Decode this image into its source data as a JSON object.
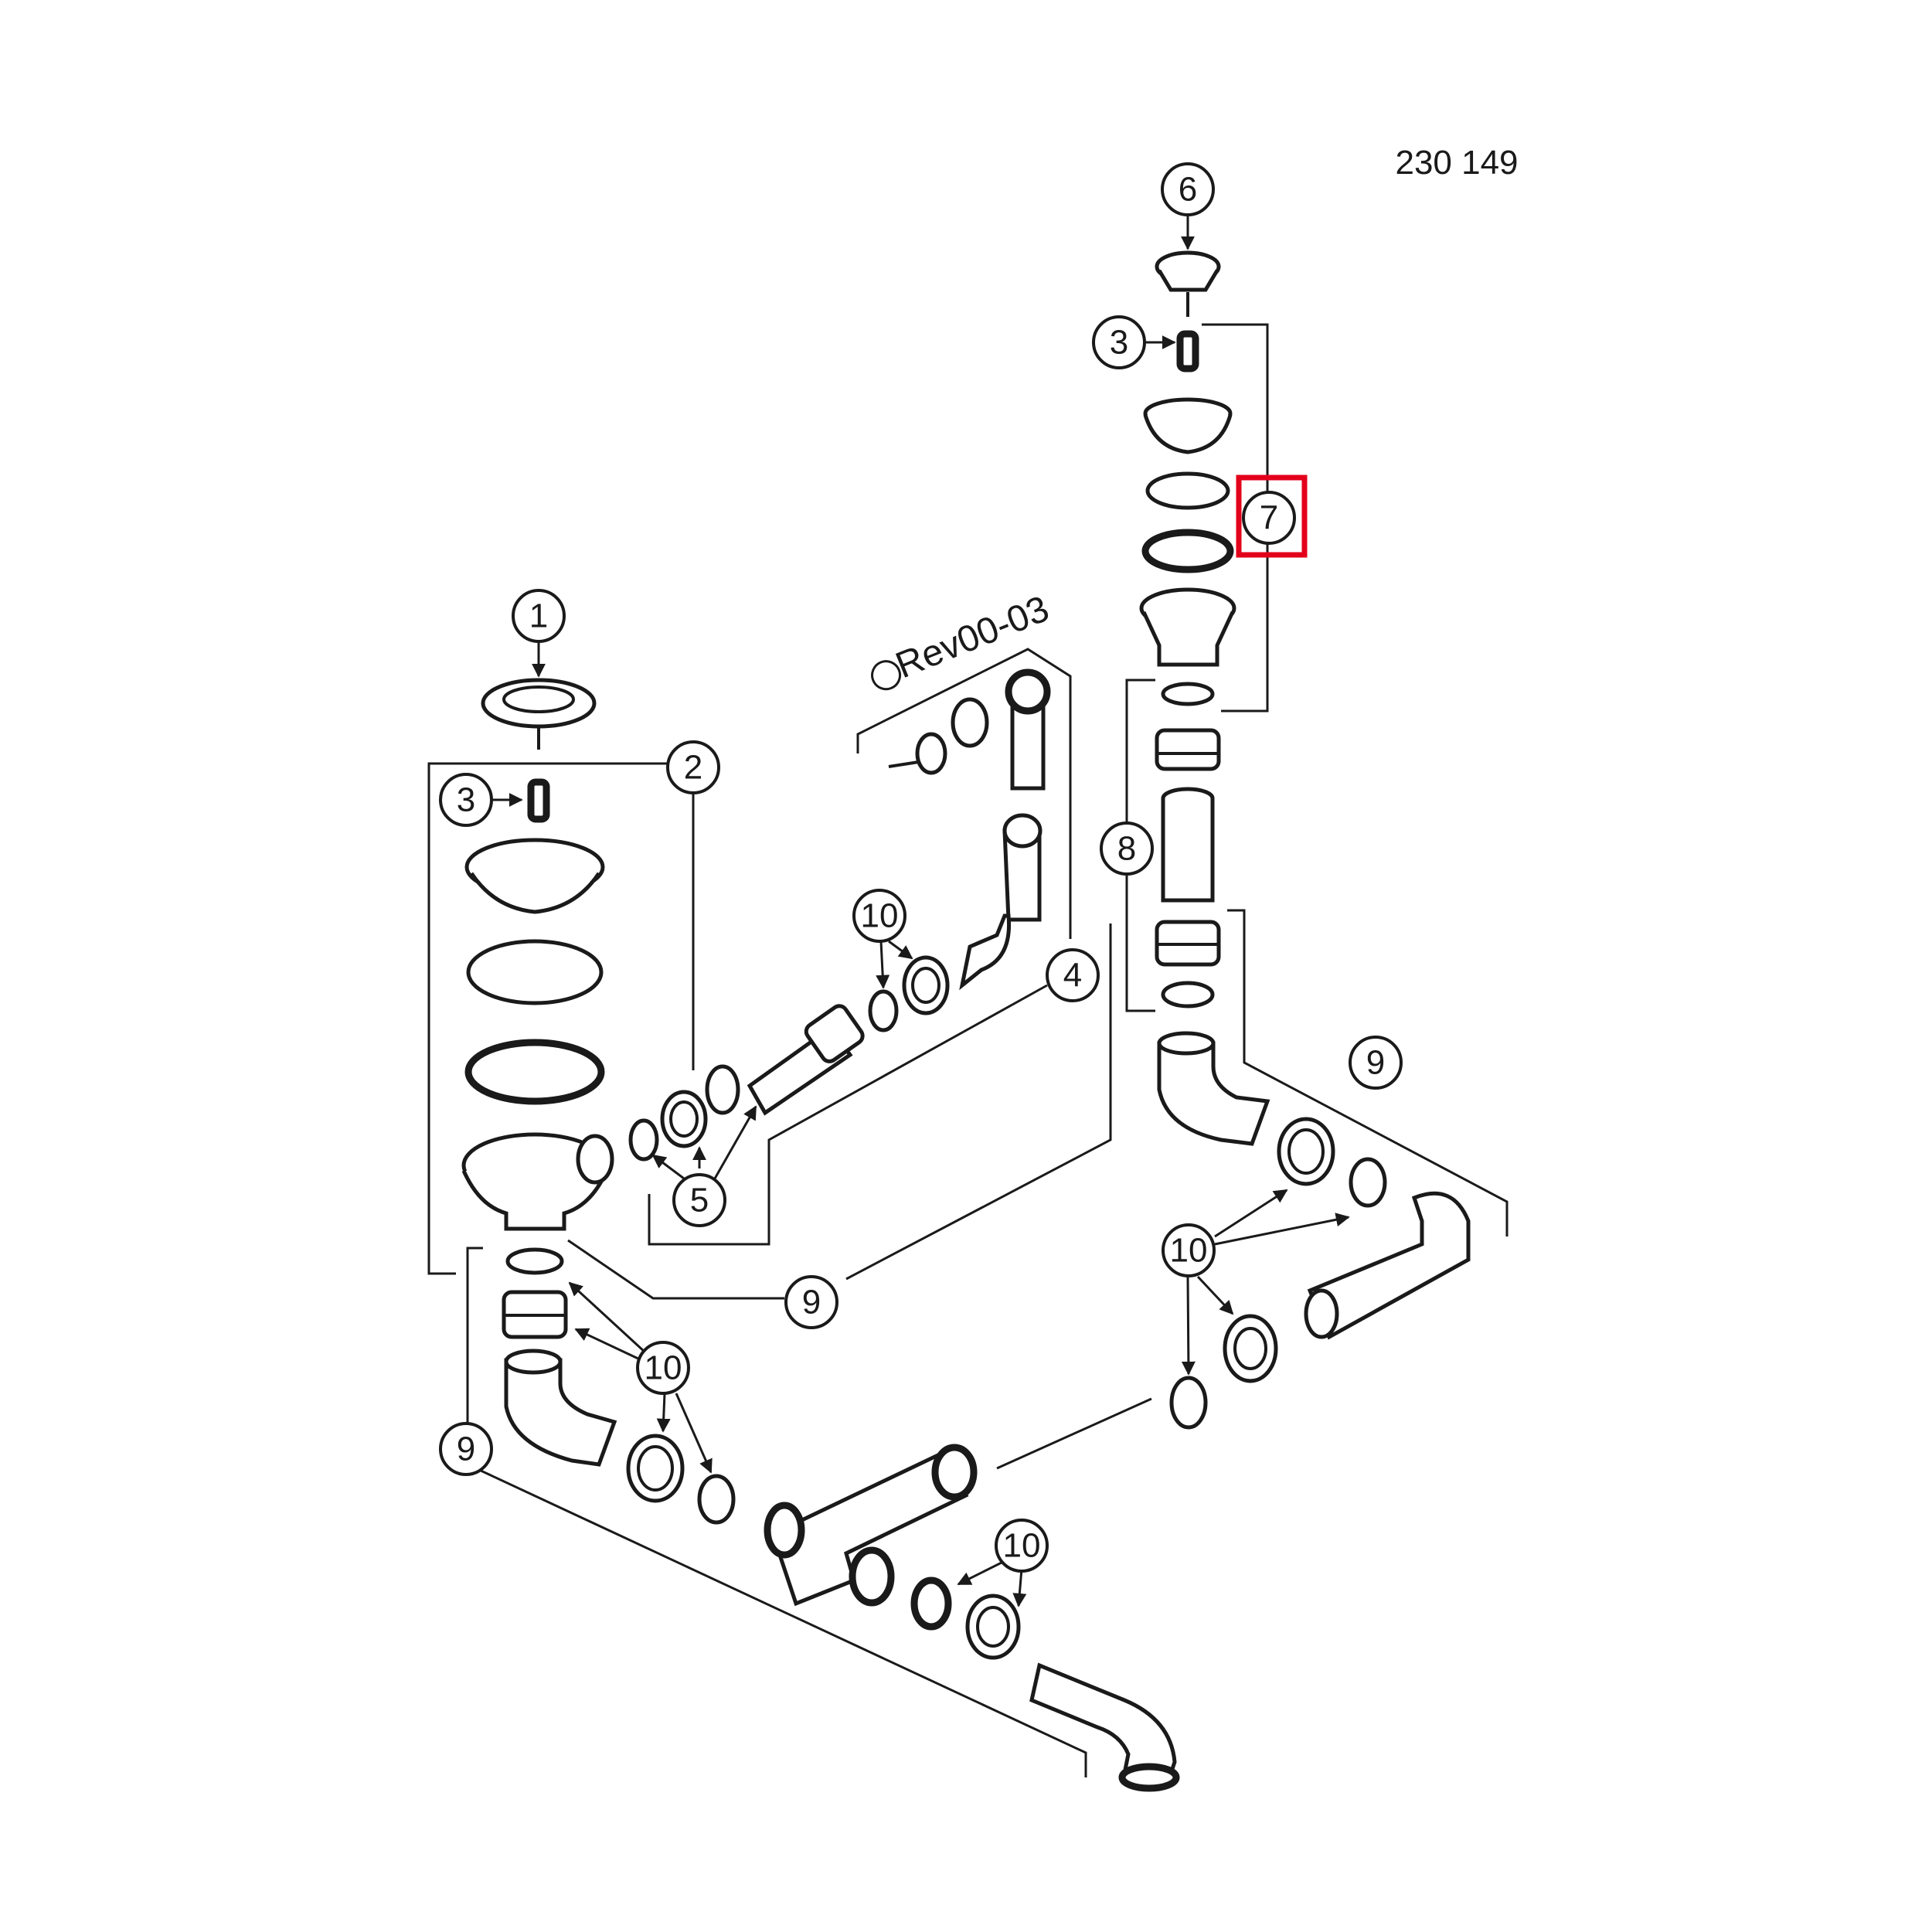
{
  "drawing_number": "230 149",
  "revision": "Rev00-03",
  "callouts": {
    "c1": "1",
    "c2": "2",
    "c3a": "3",
    "c3b": "3",
    "c4": "4",
    "c5": "5",
    "c6": "6",
    "c7": "7",
    "c8": "8",
    "c9a": "9",
    "c9b": "9",
    "c9c": "9",
    "c10a": "10",
    "c10b": "10",
    "c10c": "10",
    "c10d": "10"
  },
  "colors": {
    "line": "#1a1a1a",
    "highlight": "#e3001b",
    "background": "#ffffff"
  }
}
